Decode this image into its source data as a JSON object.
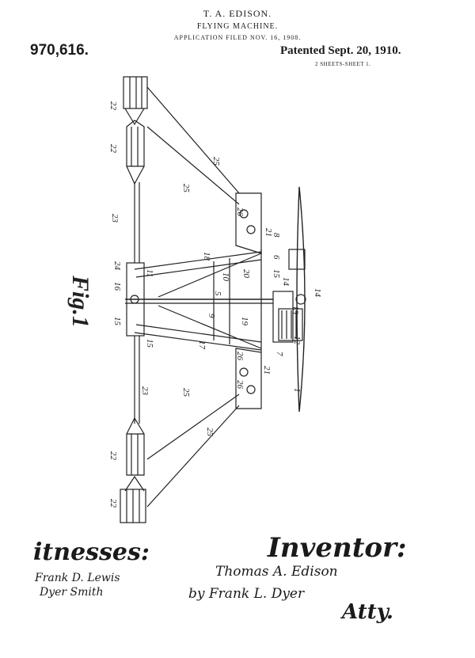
{
  "header": {
    "inventor": "T. A. EDISON.",
    "title": "FLYING MACHINE.",
    "filing": "APPLICATION FILED NOV. 16, 1908.",
    "patent_number": "970,616.",
    "patented": "Patented Sept. 20, 1910.",
    "sheets": "2 SHEETS-SHEET 1."
  },
  "figure": {
    "label": "Fig.1",
    "ref_numerals": [
      "1",
      "5",
      "6",
      "7",
      "8",
      "9",
      "10",
      "11",
      "12",
      "13",
      "14",
      "15",
      "16",
      "17",
      "18",
      "19",
      "20",
      "21",
      "22",
      "23",
      "24",
      "25",
      "26"
    ]
  },
  "signatures": {
    "witnesses_heading": "itnesses:",
    "witness_1": "Frank D. Lewis",
    "witness_2": "Dyer Smith",
    "inventor_heading": "Inventor:",
    "inventor_signature": "Thomas A. Edison",
    "attorney_line": "by Frank L. Dyer",
    "attorney_abbrev": "Atty."
  }
}
